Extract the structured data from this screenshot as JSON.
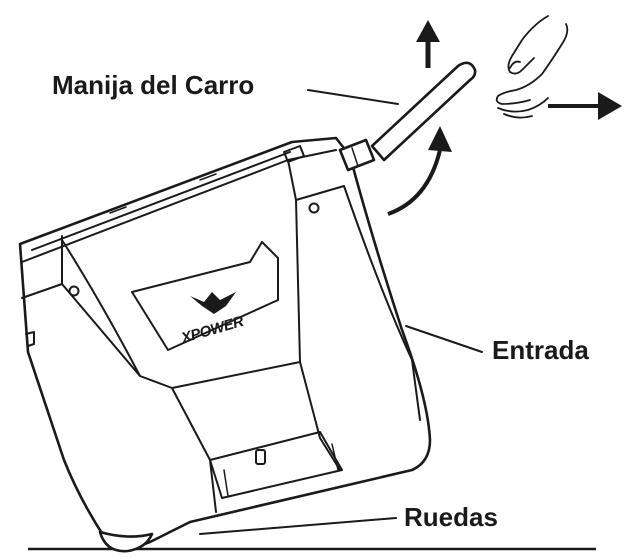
{
  "labels": {
    "handle": "Manija del Carro",
    "inlet": "Entrada",
    "wheels": "Ruedas"
  },
  "brand": {
    "logo_text": "XPOWER"
  },
  "icons": {
    "up_arrow": "arrow-up-icon",
    "right_arrow": "arrow-right-icon",
    "rotate_arrow": "curved-arrow-icon",
    "hand": "hand-icon"
  },
  "colors": {
    "ink": "#1a1a1a",
    "background": "#ffffff"
  }
}
